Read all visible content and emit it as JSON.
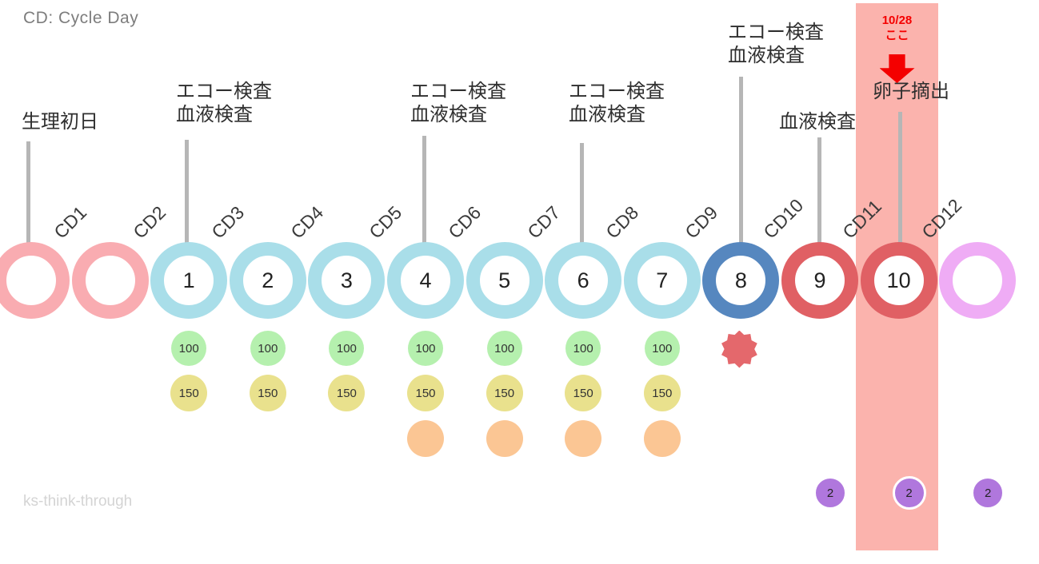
{
  "title": "CD: Cycle Day",
  "watermark": "ks-think-through",
  "annotation": {
    "date": "10/28",
    "here": "ここ"
  },
  "events": [
    {
      "label": "生理初日"
    },
    {
      "label": "エコー検査\n血液検査"
    },
    {
      "label": "エコー検査\n血液検査"
    },
    {
      "label": "エコー検査\n血液検査"
    },
    {
      "label": "エコー検査\n血液検査"
    },
    {
      "label": "血液検査"
    },
    {
      "label": "卵子摘出"
    }
  ],
  "timeline": {
    "days": [
      {
        "cd_label": "CD1",
        "number": "",
        "color": "pink"
      },
      {
        "cd_label": "CD2",
        "number": "",
        "color": "pink"
      },
      {
        "cd_label": "CD3",
        "number": "1",
        "color": "lightblue"
      },
      {
        "cd_label": "CD4",
        "number": "2",
        "color": "lightblue"
      },
      {
        "cd_label": "CD5",
        "number": "3",
        "color": "lightblue"
      },
      {
        "cd_label": "CD6",
        "number": "4",
        "color": "lightblue"
      },
      {
        "cd_label": "CD7",
        "number": "5",
        "color": "lightblue"
      },
      {
        "cd_label": "CD8",
        "number": "6",
        "color": "lightblue"
      },
      {
        "cd_label": "CD9",
        "number": "7",
        "color": "lightblue"
      },
      {
        "cd_label": "CD10",
        "number": "8",
        "color": "steelblue"
      },
      {
        "cd_label": "CD11",
        "number": "9",
        "color": "red"
      },
      {
        "cd_label": "CD12",
        "number": "10",
        "color": "red"
      },
      {
        "cd_label": "",
        "number": "",
        "color": "violet"
      }
    ]
  },
  "medication": {
    "rows": [
      {
        "label": "100",
        "color_key": "dose_green",
        "day_indices": [
          2,
          3,
          4,
          5,
          6,
          7,
          8
        ]
      },
      {
        "label": "150",
        "color_key": "dose_yellow",
        "day_indices": [
          2,
          3,
          4,
          5,
          6,
          7,
          8
        ]
      },
      {
        "label": "",
        "color_key": "dose_orange",
        "day_indices": [
          5,
          6,
          7,
          8
        ]
      },
      {
        "label": "2",
        "color_key": "dose_purple",
        "day_indices": [
          10,
          11,
          12
        ]
      }
    ],
    "injection_day_index": 9
  },
  "colors": {
    "pink": "#f9acb1",
    "lightblue": "#a9dee9",
    "steelblue": "#5687bf",
    "red": "#e06064",
    "violet": "#efacf5",
    "band": "#fbb3ad",
    "dose_green": "#b5f0ae",
    "dose_yellow": "#e9e18d",
    "dose_orange": "#fbc694",
    "dose_purple": "#b077dd",
    "burst_red": "#e4686c",
    "annotation_red": "#f40000",
    "line_gray": "#b6b6b6"
  }
}
